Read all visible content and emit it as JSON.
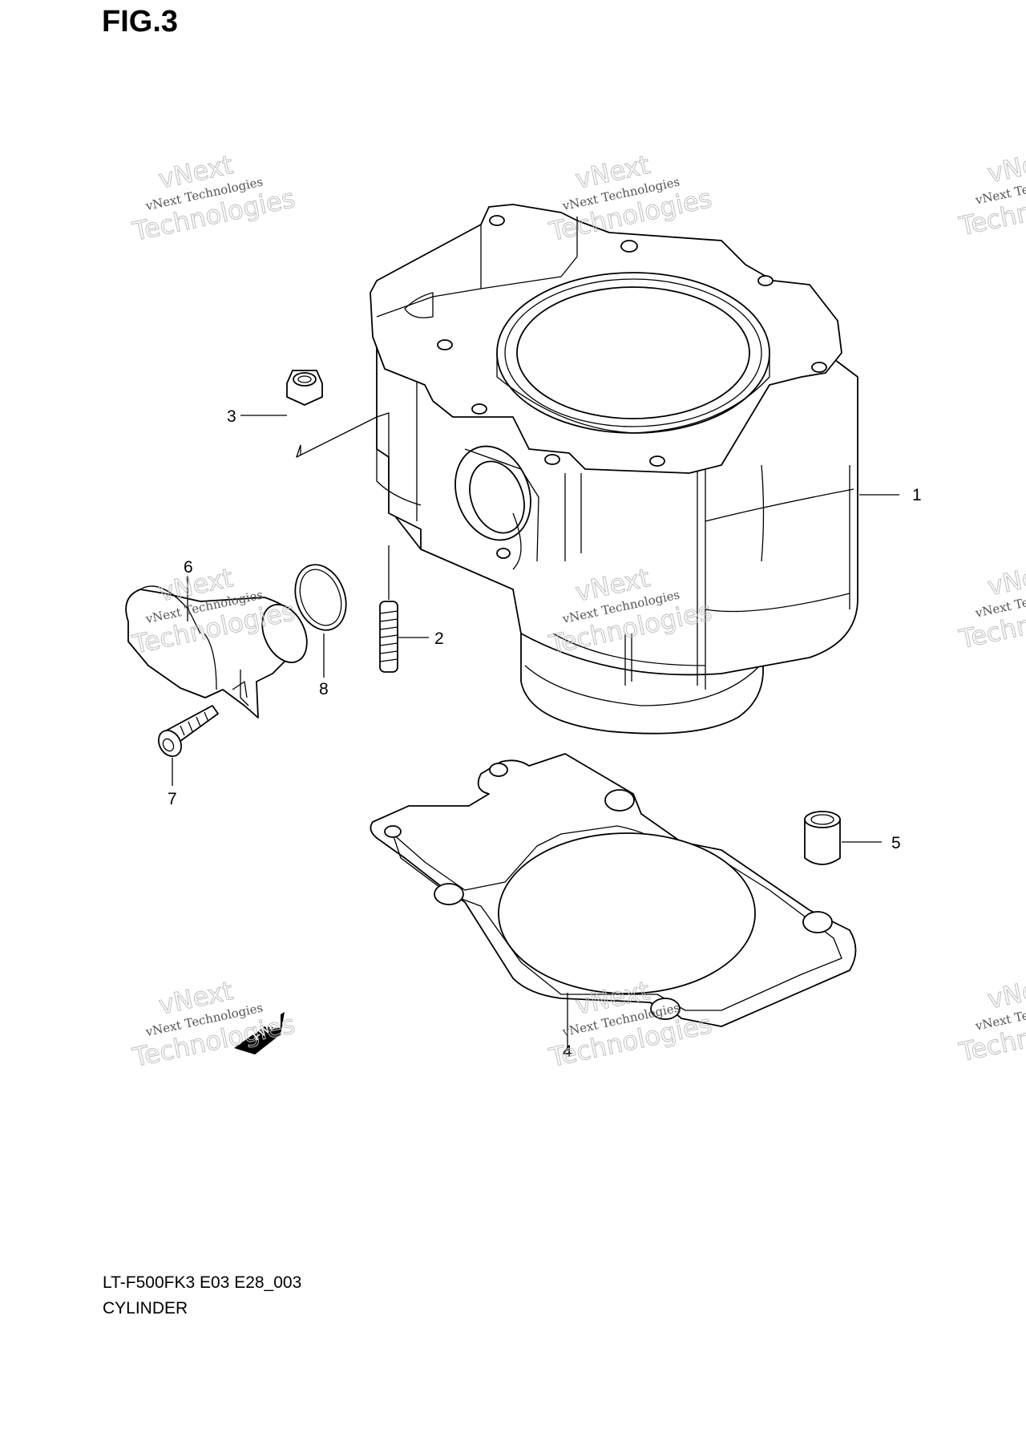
{
  "figure": {
    "title": "FIG.3",
    "code": "LT-F500FK3 E03 E28_003",
    "name": "CYLINDER"
  },
  "callouts": [
    {
      "id": "cylinder",
      "label": "1"
    },
    {
      "id": "stud",
      "label": "2"
    },
    {
      "id": "nut",
      "label": "3"
    },
    {
      "id": "gasket",
      "label": "4"
    },
    {
      "id": "dowel-pin",
      "label": "5"
    },
    {
      "id": "elbow",
      "label": "6"
    },
    {
      "id": "bolt",
      "label": "7"
    },
    {
      "id": "o-ring",
      "label": "8"
    }
  ],
  "watermark": {
    "line1": "vNext Technologies",
    "line2": "vNext",
    "line3": "Technologies"
  },
  "fwd_mark": "FWD"
}
